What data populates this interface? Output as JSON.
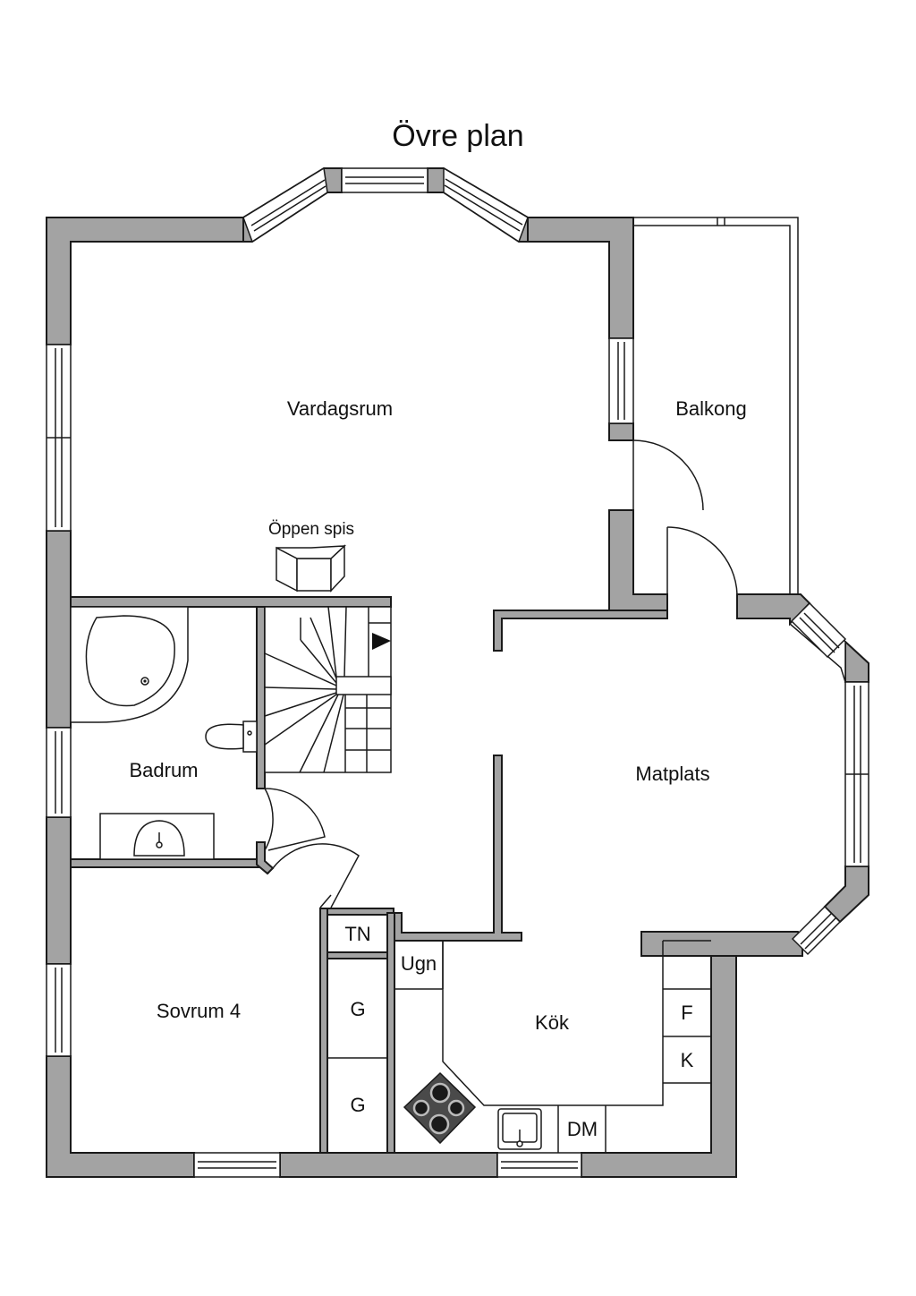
{
  "title": "Övre plan",
  "rooms": {
    "vardagsrum": "Vardagsrum",
    "balkong": "Balkong",
    "oppen_spis": "Öppen spis",
    "badrum": "Badrum",
    "matplats": "Matplats",
    "sovrum": "Sovrum 4",
    "kok": "Kök"
  },
  "fixtures": {
    "tn": "TN",
    "ugn": "Ugn",
    "g1": "G",
    "g2": "G",
    "f": "F",
    "k": "K",
    "dm": "DM"
  },
  "colors": {
    "wall": "#a3a3a3",
    "line": "#1a1a1a",
    "background": "#ffffff"
  }
}
